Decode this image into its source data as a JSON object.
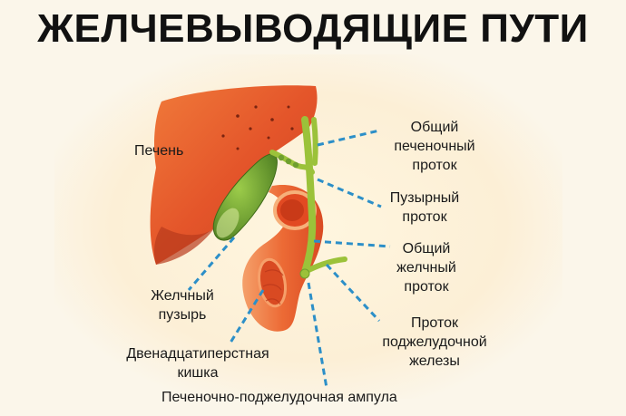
{
  "title": "ЖЕЛЧЕВЫВОДЯЩИЕ ПУТИ",
  "colors": {
    "liver": "#e4552a",
    "liver_dark": "#b83a1c",
    "gallbladder": "#6f9f2e",
    "ducts": "#9bc23a",
    "duodenum": "#e8502b",
    "duodenum_light": "#f39a5a",
    "pointer": "#2c8fc8"
  },
  "labels": {
    "liver": "Печень",
    "common_hepatic_duct": [
      "Общий",
      "печеночный",
      "проток"
    ],
    "cystic_duct": [
      "Пузырный",
      "проток"
    ],
    "common_bile_duct": [
      "Общий",
      "желчный",
      "проток"
    ],
    "gallbladder": [
      "Желчный",
      "пузырь"
    ],
    "duodenum": [
      "Двенадцатиперстная",
      "кишка"
    ],
    "pancreatic_duct": [
      "Проток",
      "поджелудочной",
      "железы"
    ],
    "ampulla": "Печеночно-поджелудочная ампула"
  }
}
